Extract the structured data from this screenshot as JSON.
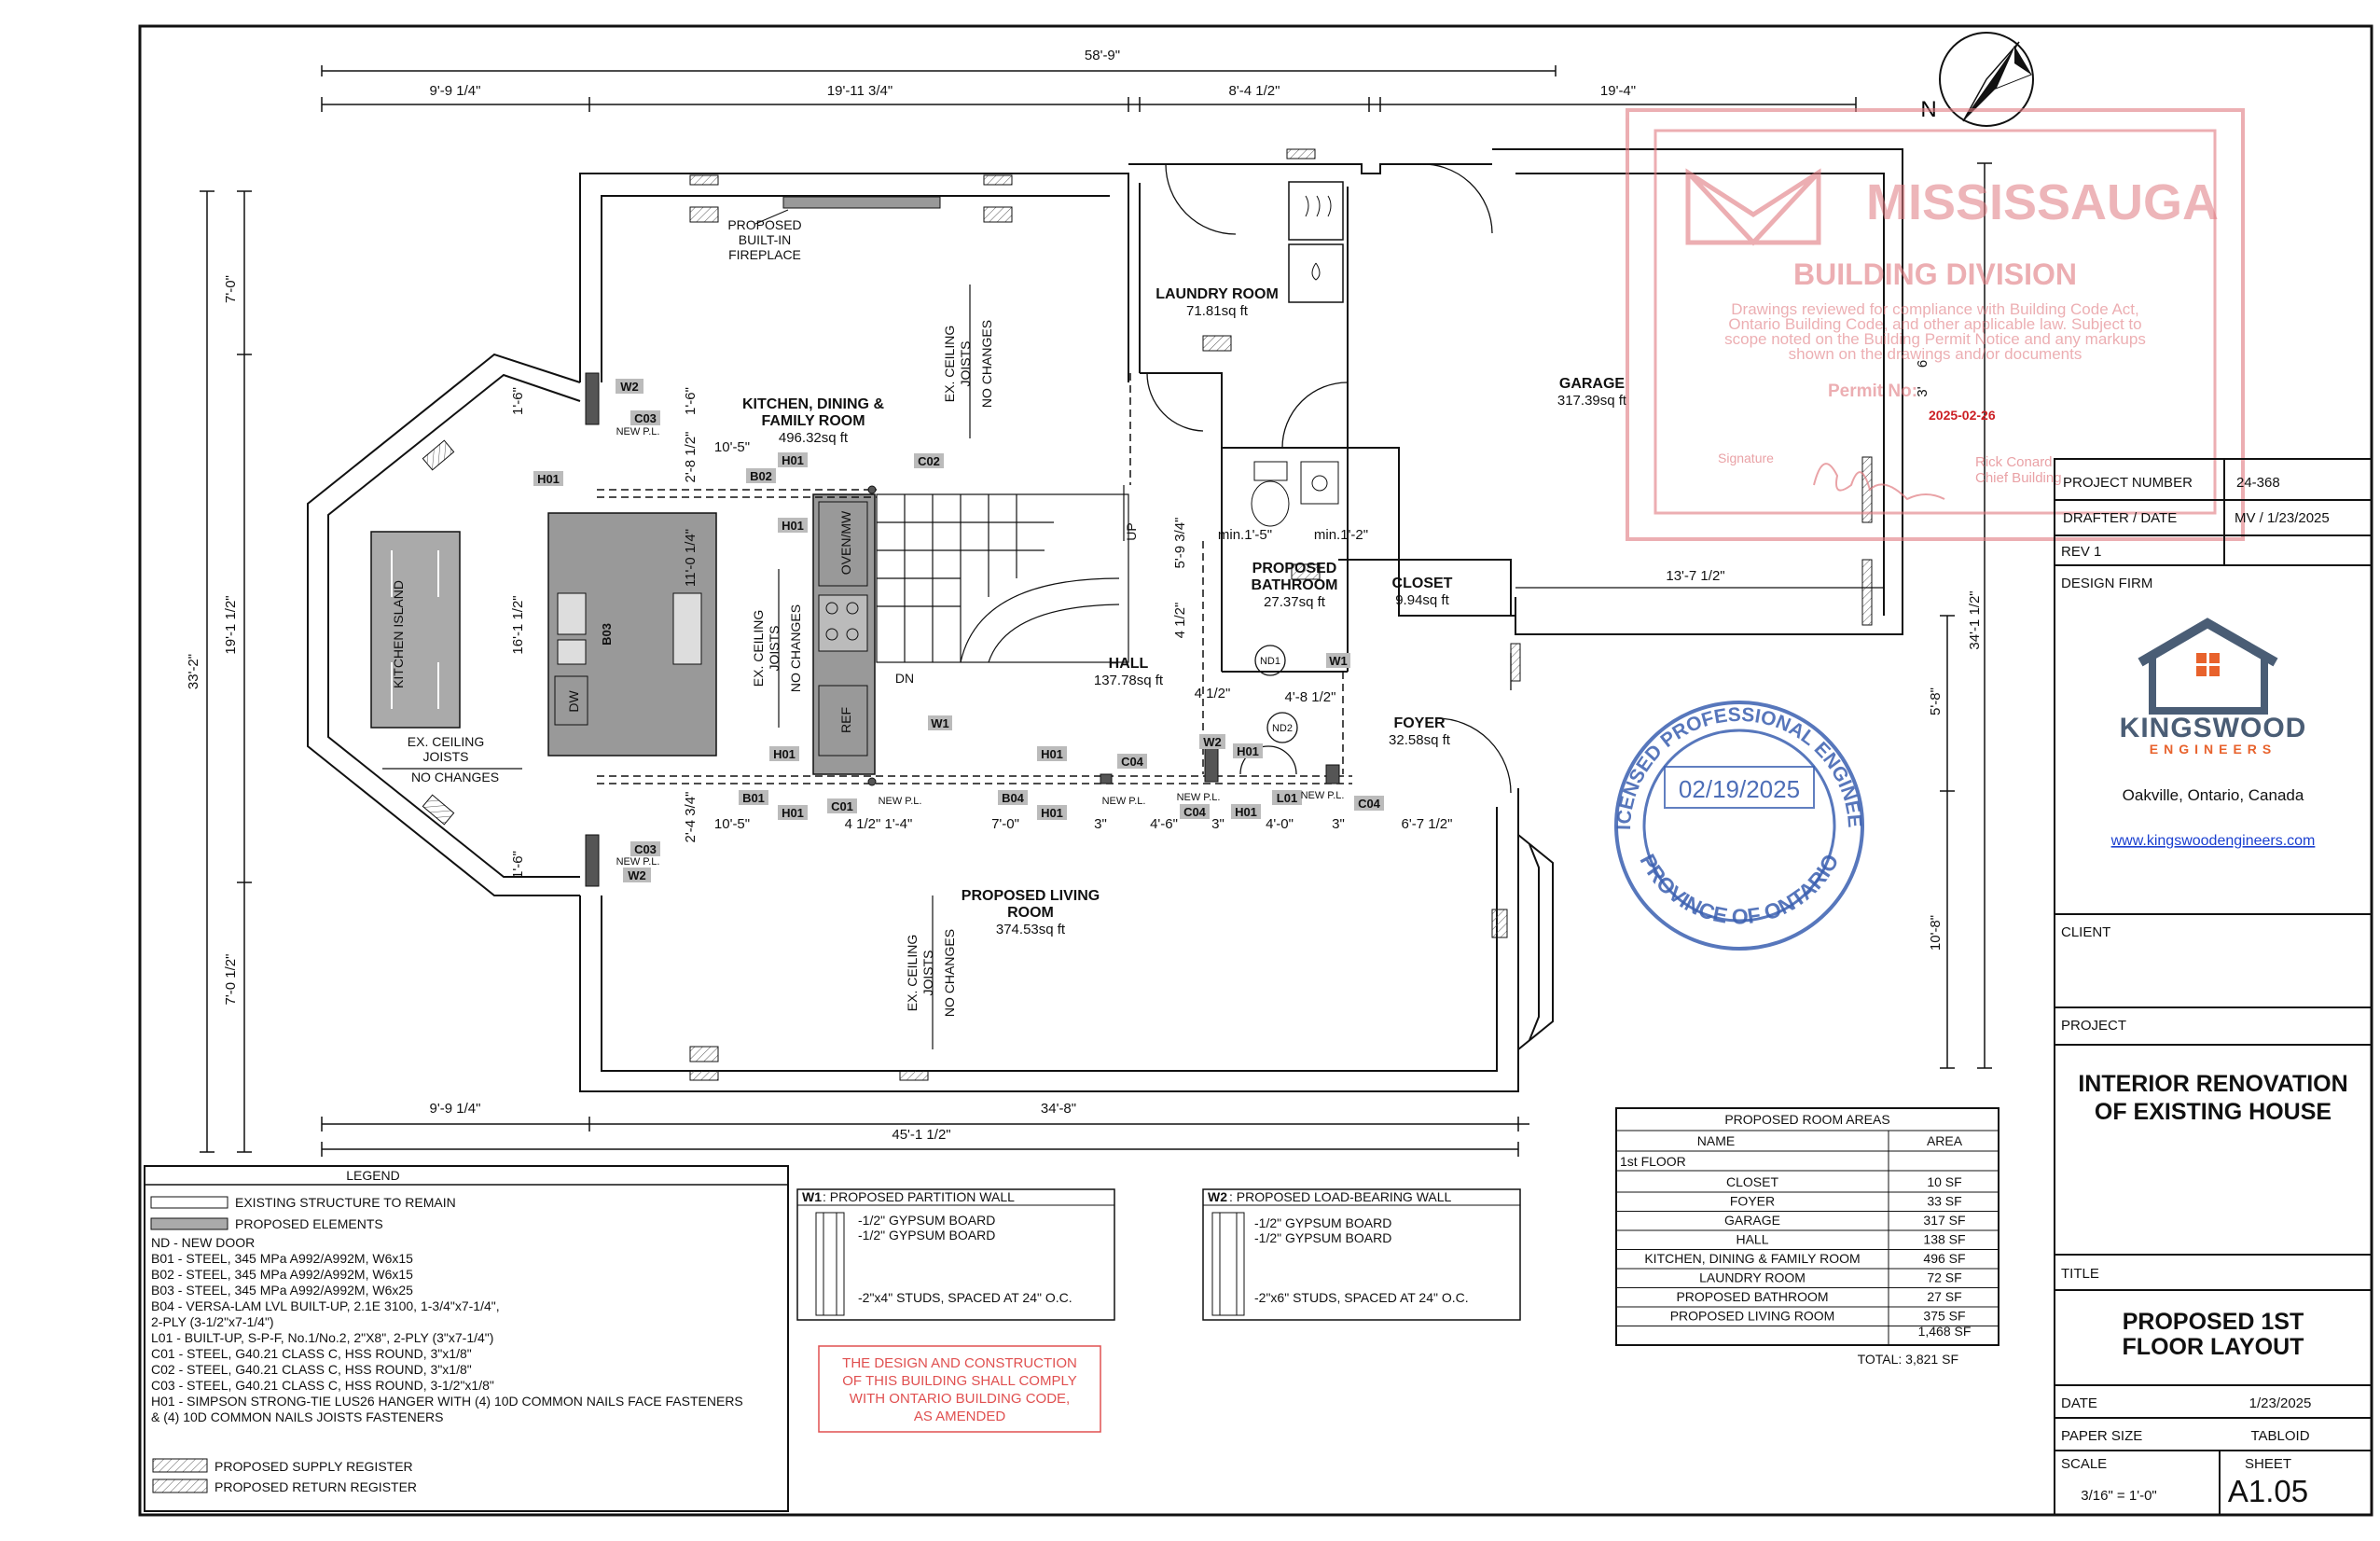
{
  "dimensions": {
    "overall_top": "58'-9\"",
    "top_segments": [
      "9'-9 1/4\"",
      "19'-11 3/4\"",
      "8'-4 1/2\"",
      "19'-4\""
    ],
    "bottom_segments": [
      "9'-9 1/4\"",
      "34'-8\""
    ],
    "bottom_overall": "45'-1 1/2\"",
    "left_overall": "33'-2\"",
    "left_segments": [
      "7'-0\"",
      "19'-1 1/2\"",
      "7'-0 1/2\""
    ],
    "right_overall": "34'-1 1/2\"",
    "right_segments": [
      "5'-8\"",
      "10'-8\""
    ],
    "bay_1_6_top": "1'-6\"",
    "bay_1_6_top2": "1'-6\"",
    "bay_1_6_bottom": "1'-6\"",
    "island_depth": "16'-1 1/2\"",
    "beam_2_8": "2'-8 1/2\"",
    "beam_10_5_top": "10'-5\"",
    "dim_11_0": "11'-0 1/4\"",
    "beam_2_4": "2'-4 3/4\"",
    "beam_10_5_bottom": "10'-5\"",
    "span_4_1_4": "4 1/2\" 1'-4\"",
    "span_7_0": "7'-0\"",
    "span_3a": "3\"",
    "span_4_6": "4'-6\"",
    "span_3b": "3\"",
    "span_4_0": "4'-0\"",
    "span_3c": "3\"",
    "span_6_7": "6'-7 1/2\"",
    "dim_5_9": "5'-9 3/4\"",
    "dim_4_half": "4 1/2\"",
    "dim_4_half_b": "4 1/2\"",
    "dim_4_8": "4'-8 1/2\"",
    "dim_min_1_5": "min.1'-5\"",
    "dim_min_1_2": "min.1'-2\"",
    "dim_13_7": "13'-7 1/2\"",
    "dim_3": "3'",
    "dim_6": "6"
  },
  "rooms": {
    "kitchen": {
      "name": "KITCHEN, DINING &",
      "name2": "FAMILY ROOM",
      "area": "496.32sq ft"
    },
    "laundry": {
      "name": "LAUNDRY ROOM",
      "area": "71.81sq ft"
    },
    "garage": {
      "name": "GARAGE",
      "area": "317.39sq ft"
    },
    "hall": {
      "name": "HALL",
      "area": "137.78sq ft"
    },
    "bathroom": {
      "name": "PROPOSED",
      "name2": "BATHROOM",
      "area": "27.37sq ft"
    },
    "closet": {
      "name": "CLOSET",
      "area": "9.94sq ft"
    },
    "foyer": {
      "name": "FOYER",
      "area": "32.58sq ft"
    },
    "living": {
      "name": "PROPOSED LIVING",
      "name2": "ROOM",
      "area": "374.53sq ft"
    }
  },
  "plan_labels": {
    "fireplace": [
      "PROPOSED",
      "BUILT-IN",
      "FIREPLACE"
    ],
    "ceiling_kitchen": [
      "EX. CEILING",
      "JOISTS",
      "NO CHANGES"
    ],
    "ceiling_stair": [
      "EX. CEILING",
      "JOISTS",
      "NO CHANGES"
    ],
    "ceiling_living": [
      "EX. CEILING",
      "JOISTS",
      "NO CHANGES"
    ],
    "ceiling_bay": [
      "EX. CEILING",
      "JOISTS",
      "NO CHANGES"
    ],
    "island": "KITCHEN ISLAND",
    "oven": "OVEN/MW",
    "ref": "REF",
    "dw": "DW",
    "up": "UP",
    "dn": "DN",
    "nd1": "ND1",
    "nd2": "ND2",
    "north": "N"
  },
  "tags": {
    "w2_top": "W2",
    "c03_top": "C03",
    "newpl_top": "NEW P.L.",
    "h01_a": "H01",
    "h01_b": "H01",
    "h01_c": "H01",
    "b02": "B02",
    "c02": "C02",
    "b03": "B03",
    "w1": "W1",
    "h01_d": "H01",
    "h01_e": "H01",
    "b01": "B01",
    "c01": "C01",
    "newpl_c01": "NEW P.L.",
    "b04": "B04",
    "h01_f": "H01",
    "h01_g": "H01",
    "c04_a": "C04",
    "newpl_c04a": "NEW P.L.",
    "w2_mid": "W2",
    "h01_h": "H01",
    "newpl_mid": "NEW P.L.",
    "c04_b": "C04",
    "h01_i": "H01",
    "l01": "L01",
    "newpl_l01": "NEW P.L.",
    "c04_c": "C04",
    "w1_bath": "W1",
    "c03_bottom": "C03",
    "newpl_bottom": "NEW P.L.",
    "w2_bottom": "W2"
  },
  "city_stamp": {
    "city": "MISSISSAUGA",
    "division": "BUILDING DIVISION",
    "text": [
      "Drawings reviewed for compliance with Building Code Act,",
      "Ontario Building Code, and other applicable law. Subject to",
      "scope noted on the Building Permit Notice and any markups",
      "shown on the drawings and/or documents"
    ],
    "permit_label": "Permit No:",
    "date": "2025-02-26",
    "signature_label": "Signature",
    "official": [
      "Rick Conard",
      "Chief Building"
    ]
  },
  "engineer_seal": {
    "top_text": "LICENSED PROFESSIONAL ENGINEER",
    "bottom_text": "PROVINCE OF ONTARIO",
    "date": "02/19/2025",
    "color": "#3a5fb0"
  },
  "legend": {
    "title": "LEGEND",
    "existing": "EXISTING STRUCTURE TO REMAIN",
    "proposed": "PROPOSED ELEMENTS",
    "items": [
      "ND - NEW DOOR",
      "B01 - STEEL, 345 MPa A992/A992M, W6x15",
      "B02 - STEEL, 345 MPa A992/A992M, W6x15",
      "B03 - STEEL, 345 MPa A992/A992M, W6x25",
      "B04 - VERSA-LAM LVL BUILT-UP, 2.1E 3100, 1-3/4\"x7-1/4\",",
      "2-PLY (3-1/2\"x7-1/4\")",
      "L01 - BUILT-UP, S-P-F, No.1/No.2, 2\"X8\", 2-PLY (3\"x7-1/4\")",
      "C01 - STEEL, G40.21 CLASS C, HSS ROUND, 3\"x1/8\"",
      "C02 - STEEL, G40.21 CLASS C, HSS ROUND, 3\"x1/8\"",
      "C03 - STEEL, G40.21 CLASS C, HSS ROUND, 3-1/2\"x1/8\"",
      "H01 - SIMPSON STRONG-TIE LUS26 HANGER WITH (4) 10D COMMON NAILS FACE FASTENERS",
      "& (4) 10D COMMON NAILS JOISTS FASTENERS"
    ],
    "supply": "PROPOSED SUPPLY REGISTER",
    "return": "PROPOSED RETURN REGISTER"
  },
  "wall_w1": {
    "tag": "W1",
    "title": ": PROPOSED PARTITION WALL",
    "layers": [
      "-1/2\" GYPSUM BOARD",
      "-1/2\" GYPSUM BOARD"
    ],
    "studs": "-2\"x4\" STUDS, SPACED AT 24\" O.C."
  },
  "wall_w2": {
    "tag": "W2",
    "title": ": PROPOSED LOAD-BEARING WALL",
    "layers": [
      "-1/2\" GYPSUM BOARD",
      "-1/2\" GYPSUM BOARD"
    ],
    "studs": "-2\"x6\" STUDS, SPACED AT 24\" O.C."
  },
  "code_note": [
    "THE DESIGN AND CONSTRUCTION",
    "OF THIS BUILDING SHALL COMPLY",
    "WITH ONTARIO BUILDING CODE,",
    "AS AMENDED"
  ],
  "room_areas": {
    "title": "PROPOSED ROOM AREAS",
    "col_name": "NAME",
    "col_area": "AREA",
    "floor": "1st FLOOR",
    "rows": [
      {
        "name": "CLOSET",
        "area": "10 SF"
      },
      {
        "name": "FOYER",
        "area": "33 SF"
      },
      {
        "name": "GARAGE",
        "area": "317 SF"
      },
      {
        "name": "HALL",
        "area": "138 SF"
      },
      {
        "name": "KITCHEN, DINING & FAMILY ROOM",
        "area": "496 SF"
      },
      {
        "name": "LAUNDRY ROOM",
        "area": "72 SF"
      },
      {
        "name": "PROPOSED BATHROOM",
        "area": "27 SF"
      },
      {
        "name": "PROPOSED LIVING ROOM",
        "area": "375 SF"
      }
    ],
    "subtotal": "1,468 SF",
    "total": "TOTAL: 3,821 SF"
  },
  "title_block": {
    "project_number_label": "PROJECT NUMBER",
    "project_number": "24-368",
    "drafter_label": "DRAFTER  / DATE",
    "drafter": "MV / 1/23/2025",
    "rev": "REV 1",
    "design_firm_label": "DESIGN FIRM",
    "firm_name": "KINGSWOOD",
    "firm_sub": "ENGINEERS",
    "firm_location": "Oakville, Ontario, Canada",
    "firm_url": "www.kingswoodengineers.com",
    "client_label": "CLIENT",
    "project_label": "PROJECT",
    "project_title": [
      "INTERIOR RENOVATION",
      "OF EXISTING HOUSE"
    ],
    "title_label": "TITLE",
    "sheet_title": [
      "PROPOSED 1ST",
      "FLOOR LAYOUT"
    ],
    "date_label": "DATE",
    "date": "1/23/2025",
    "paper_label": "PAPER SIZE",
    "paper": "TABLOID",
    "scale_label": "SCALE",
    "scale": "3/16\" = 1'-0\"",
    "sheet_label": "SHEET",
    "sheet": "A1.05",
    "accent_color": "#4a5d75",
    "orange_color": "#e8622c"
  }
}
